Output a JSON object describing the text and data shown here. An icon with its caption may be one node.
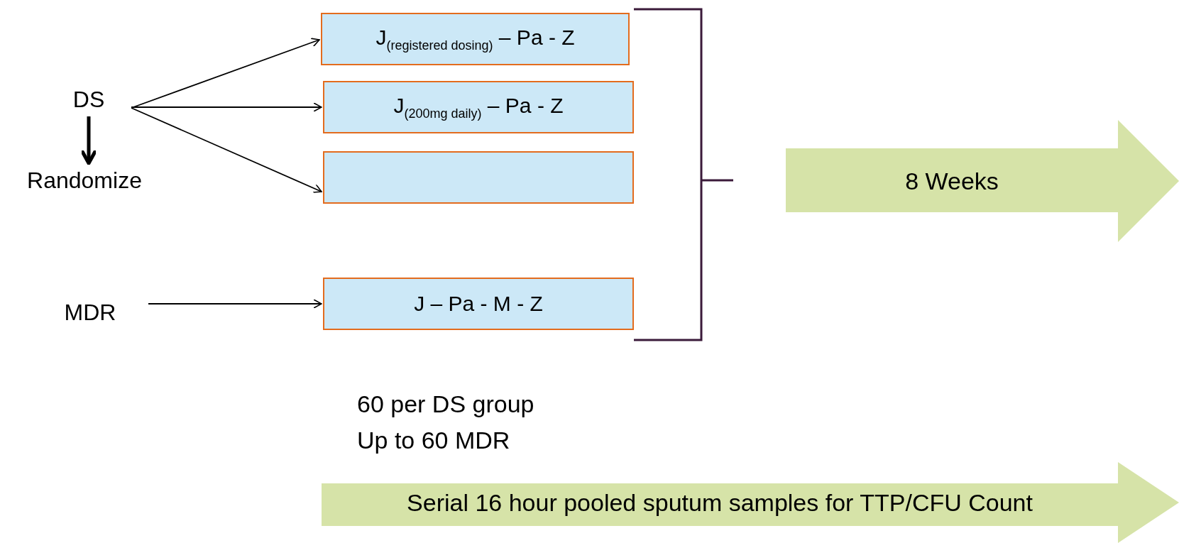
{
  "diagram": {
    "nodes": [
      {
        "text": [
          "DS"
        ]
      },
      {
        "text": [
          "Randomize"
        ]
      },
      {
        "text": [
          "J$_{(registered dosing)}$ – Pa - Z"
        ]
      },
      {
        "text": [
          "J$_{(200mg daily)}$ – Pa - Z"
        ]
      },
      {
        "text": [],
        "shape": "box"
      },
      {
        "text": [
          "MDR"
        ]
      },
      {
        "text": [
          "J – Pa - M - Z"
        ]
      },
      {
        "text": [
          "8 Weeks"
        ]
      },
      {
        "text": [
          "Serial 16 hour pooled sputum samples for TTP/CFU Count"
        ]
      }
    ],
    "edges": [
      {
        "from": 0,
        "to": 1,
        "arrow": "to",
        "style": "thick"
      },
      {
        "from": 0,
        "to": 2,
        "arrow": "to"
      },
      {
        "from": 0,
        "to": 3,
        "arrow": "to"
      },
      {
        "from": 0,
        "to": 4,
        "arrow": "to"
      },
      {
        "from": 5,
        "to": 6,
        "arrow": "to"
      }
    ],
    "labels": [
      "60 per DS group",
      "Up to 60 MDR"
    ]
  }
}
